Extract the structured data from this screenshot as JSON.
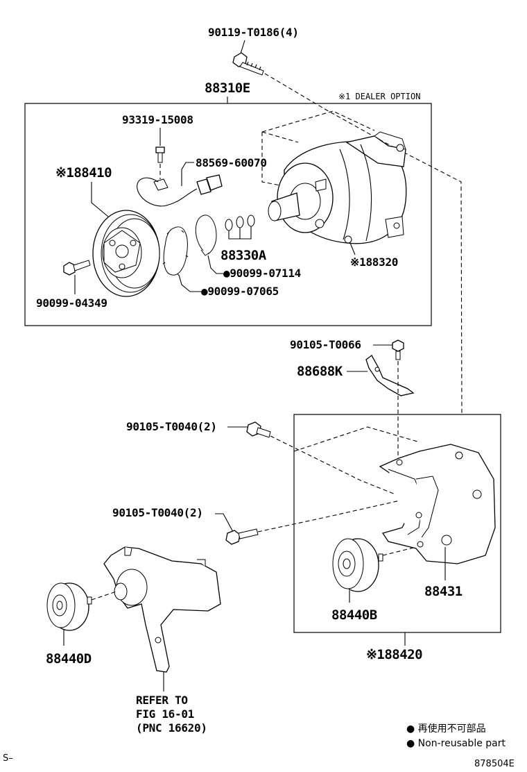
{
  "labels": {
    "bolt_top": "90119-T0186(4)",
    "assembly": "88310E",
    "dealer_option": "※1 DEALER OPTION",
    "screw": "93319-15008",
    "clutch": "※188410",
    "harness": "88569-60070",
    "compressor": "※188320",
    "oring_kit": "88330A",
    "snap_ring": "●90099-07114",
    "shim": "●90099-07065",
    "clutch_bolt": "90099-04349",
    "bolt_t0066": "90105-T0066",
    "bracket_k": "88688K",
    "bolt_t0040_a": "90105-T0040(2)",
    "bolt_t0040_b": "90105-T0040(2)",
    "bracket": "88431",
    "pulley_b": "88440B",
    "pulley_d": "88440D",
    "bracket_assy": "※188420",
    "refer_line1": "REFER TO",
    "refer_line2": "FIG 16-01",
    "refer_line3": "(PNC 16620)",
    "legend_cn": "● 再使用不可部品",
    "legend_en": "● Non-reusable part",
    "prefix": "S–",
    "fig_code": "878504E"
  }
}
